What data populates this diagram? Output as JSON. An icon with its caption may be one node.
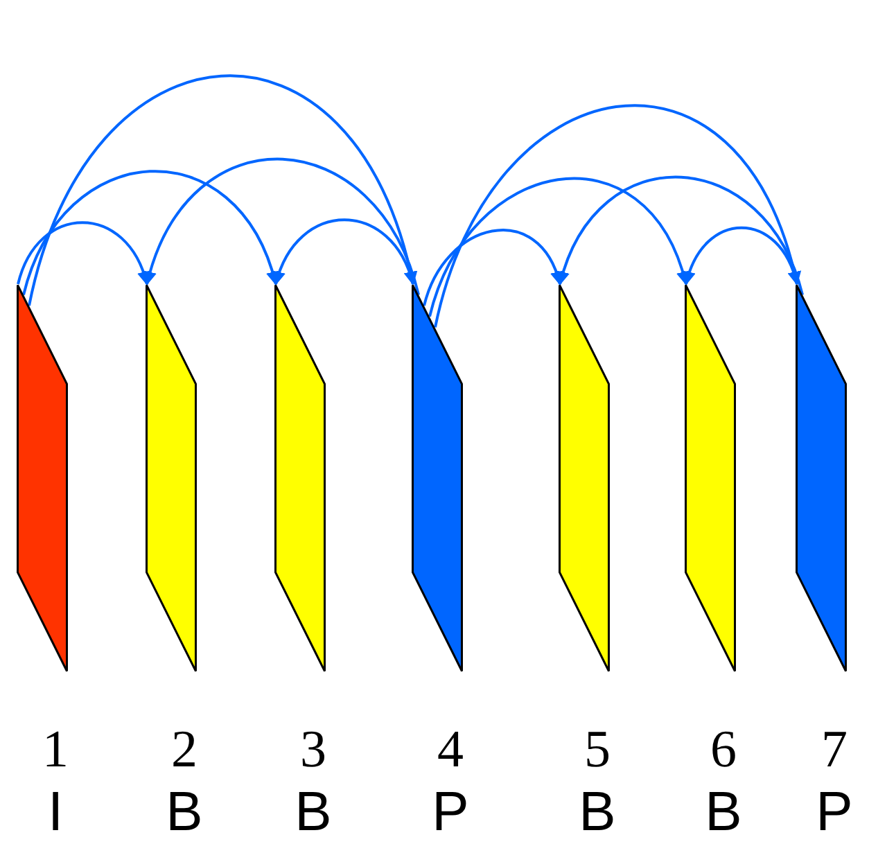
{
  "diagram": {
    "nodes": [
      {
        "text": [],
        "shape": "parallelogram",
        "beside": [
          "1",
          "I"
        ]
      },
      {
        "text": [],
        "shape": "parallelogram",
        "beside": [
          "2",
          "B"
        ]
      },
      {
        "text": [],
        "shape": "parallelogram",
        "beside": [
          "3",
          "B"
        ]
      },
      {
        "text": [],
        "shape": "parallelogram",
        "beside": [
          "4",
          "P"
        ]
      },
      {
        "text": [],
        "shape": "parallelogram",
        "beside": [
          "5",
          "B"
        ]
      },
      {
        "text": [],
        "shape": "parallelogram",
        "beside": [
          "6",
          "B"
        ]
      },
      {
        "text": [],
        "shape": "parallelogram",
        "beside": [
          "7",
          "P"
        ]
      }
    ],
    "edges": [
      {
        "from": 0,
        "to": 1,
        "arrow": "to"
      },
      {
        "from": 0,
        "to": 2,
        "arrow": "to"
      },
      {
        "from": 0,
        "to": 3,
        "arrow": "to"
      },
      {
        "from": 3,
        "to": 2,
        "arrow": "to"
      },
      {
        "from": 3,
        "to": 1,
        "arrow": "to"
      },
      {
        "from": 3,
        "to": 4,
        "arrow": "to"
      },
      {
        "from": 3,
        "to": 5,
        "arrow": "to"
      },
      {
        "from": 3,
        "to": 6,
        "arrow": "to"
      },
      {
        "from": 6,
        "to": 5,
        "arrow": "to"
      },
      {
        "from": 6,
        "to": 4,
        "arrow": "to"
      }
    ]
  }
}
